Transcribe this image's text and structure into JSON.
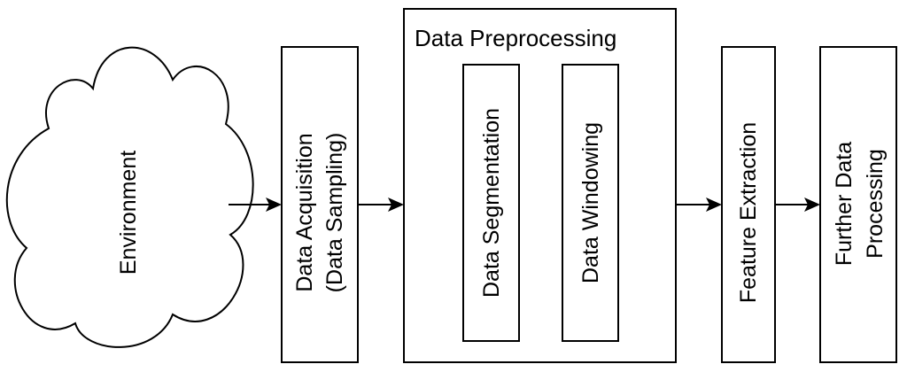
{
  "nodes": {
    "environment": {
      "label": "Environment"
    },
    "acquisition": {
      "line1": "Data Acquisition",
      "line2": "(Data Sampling)"
    },
    "preprocessing": {
      "title": "Data Preprocessing"
    },
    "segmentation": {
      "label": "Data Segmentation"
    },
    "windowing": {
      "label": "Data Windowing"
    },
    "feature_extraction": {
      "label": "Feature Extraction"
    },
    "further_processing": {
      "line1": "Further Data",
      "line2": "Processing"
    }
  }
}
